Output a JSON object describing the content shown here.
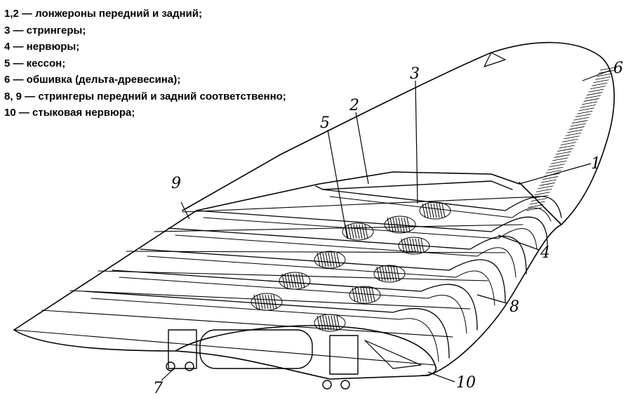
{
  "legend": [
    "1,2 — лонжероны передний и задний;",
    "3 — стрингеры;",
    "4 — нервюры;",
    "5 — кессон;",
    "6 — обшивка (дельта-древесина);",
    "8, 9 — стрингеры передний и задний соответственно;",
    "10 — стыковая нервюра;"
  ],
  "callouts": {
    "n1": "1",
    "n2": "2",
    "n3": "3",
    "n4": "4",
    "n5": "5",
    "n6": "6",
    "n7": "7",
    "n8": "8",
    "n9": "9",
    "n10": "10"
  }
}
